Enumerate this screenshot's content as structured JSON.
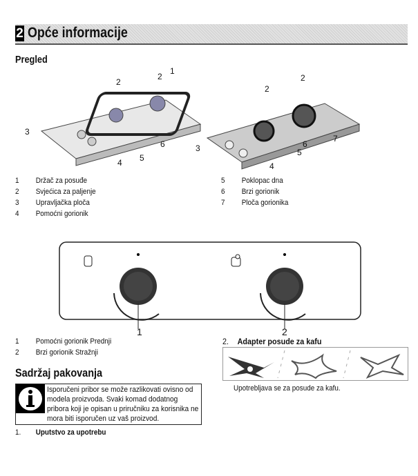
{
  "header": {
    "number": "2",
    "title": "Opće informacije"
  },
  "overview": {
    "title": "Pregled",
    "diagram_labels": {
      "left": [
        "1",
        "2",
        "2",
        "3",
        "4",
        "5",
        "6"
      ],
      "right": [
        "2",
        "2",
        "3",
        "4",
        "5",
        "6",
        "7"
      ]
    },
    "items_left": [
      {
        "n": "1",
        "label": "Držač za posuđe"
      },
      {
        "n": "2",
        "label": "Svjećica za paljenje"
      },
      {
        "n": "3",
        "label": "Upravljačka ploča"
      },
      {
        "n": "4",
        "label": "Pomoćni gorionik"
      }
    ],
    "items_right": [
      {
        "n": "5",
        "label": "Poklopac dna"
      },
      {
        "n": "6",
        "label": "Brzi gorionik"
      },
      {
        "n": "7",
        "label": "Ploča gorionika"
      }
    ]
  },
  "controls": {
    "labels": [
      "1",
      "2"
    ],
    "items": [
      {
        "n": "1",
        "label": "Pomoćni gorionik Prednji"
      },
      {
        "n": "2",
        "label": "Brzi gorionik Stražnji"
      }
    ]
  },
  "package": {
    "title": "Sadržaj pakovanja",
    "info": "Isporučeni pribor se može razlikovati ovisno od modela proizvoda. Svaki komad dodatnog pribora koji je opisan u priručniku za korisnika ne mora biti isporučen uz vaš proizvod.",
    "item1": {
      "n": "1.",
      "label": "Uputstvo za upotrebu"
    },
    "item2": {
      "n": "2.",
      "label": "Adapter posude za kafu"
    },
    "caption": "Upotrebljava se za posude za kafu."
  }
}
